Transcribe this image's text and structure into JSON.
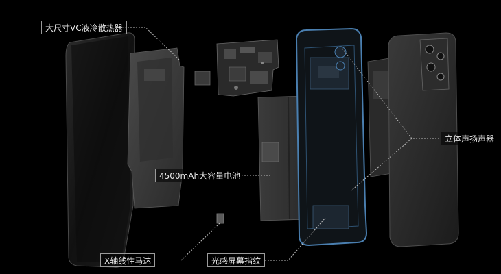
{
  "labels": {
    "vc": "大尺寸VC液冷散热器",
    "battery": "4500mAh大容量电池",
    "speaker": "立体声扬声器",
    "motor": "X轴线性马达",
    "fingerprint": "光感屏幕指纹"
  },
  "colors": {
    "background": "#000000",
    "label_border": "#9a9a9a",
    "label_text": "#e8e8e8",
    "frame_accent": "#4a7fb0"
  }
}
